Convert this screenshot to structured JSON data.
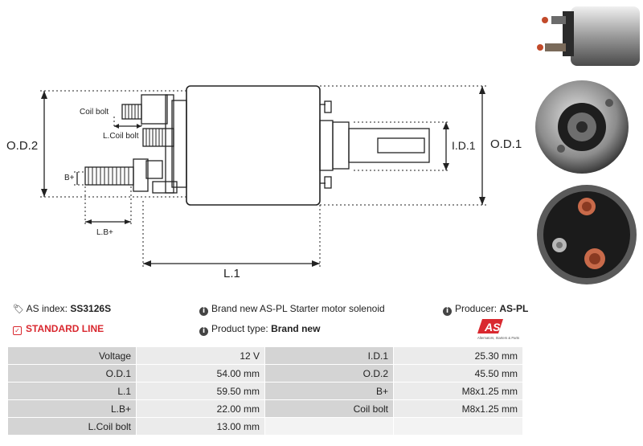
{
  "drawing": {
    "labels": {
      "od2": "O.D.2",
      "od1": "O.D.1",
      "id1": "I.D.1",
      "l1": "L.1",
      "lb": "L.B+",
      "b": "B+",
      "coil_bolt": "Coil bolt",
      "lcoil_bolt": "L.Coil bolt"
    }
  },
  "info": {
    "as_index_label": "AS index:",
    "as_index_value": "SS3126S",
    "description": "Brand new AS-PL Starter motor solenoid",
    "producer_label": "Producer:",
    "producer_value": "AS-PL",
    "standard_line": "STANDARD LINE",
    "product_type_label": "Product type:",
    "product_type_value": "Brand new"
  },
  "logo": {
    "text": "AS",
    "tagline": "Alternators, Starters & Parts",
    "color": "#d9282f"
  },
  "specs": [
    {
      "k1": "Voltage",
      "v1": "12 V",
      "k2": "I.D.1",
      "v2": "25.30 mm"
    },
    {
      "k1": "O.D.1",
      "v1": "54.00 mm",
      "k2": "O.D.2",
      "v2": "45.50 mm"
    },
    {
      "k1": "L.1",
      "v1": "59.50 mm",
      "k2": "B+",
      "v2": "M8x1.25 mm"
    },
    {
      "k1": "L.B+",
      "v1": "22.00 mm",
      "k2": "Coil bolt",
      "v2": "M8x1.25 mm"
    },
    {
      "k1": "L.Coil bolt",
      "v1": "13.00 mm",
      "k2": "",
      "v2": ""
    }
  ]
}
